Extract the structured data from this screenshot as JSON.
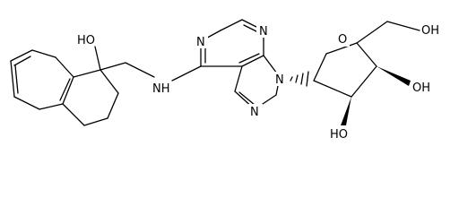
{
  "figure": {
    "kind": "chemical-structure",
    "atom_labels": {
      "oh_tetrahydro": "HO",
      "amine_nh": "NH",
      "purine_n1": "N",
      "purine_n3": "N",
      "purine_n7": "N",
      "purine_n9": "N",
      "ring_o": "O",
      "oh_5prime": "OH",
      "oh_3prime": "OH",
      "oh_2prime": "HO"
    }
  }
}
